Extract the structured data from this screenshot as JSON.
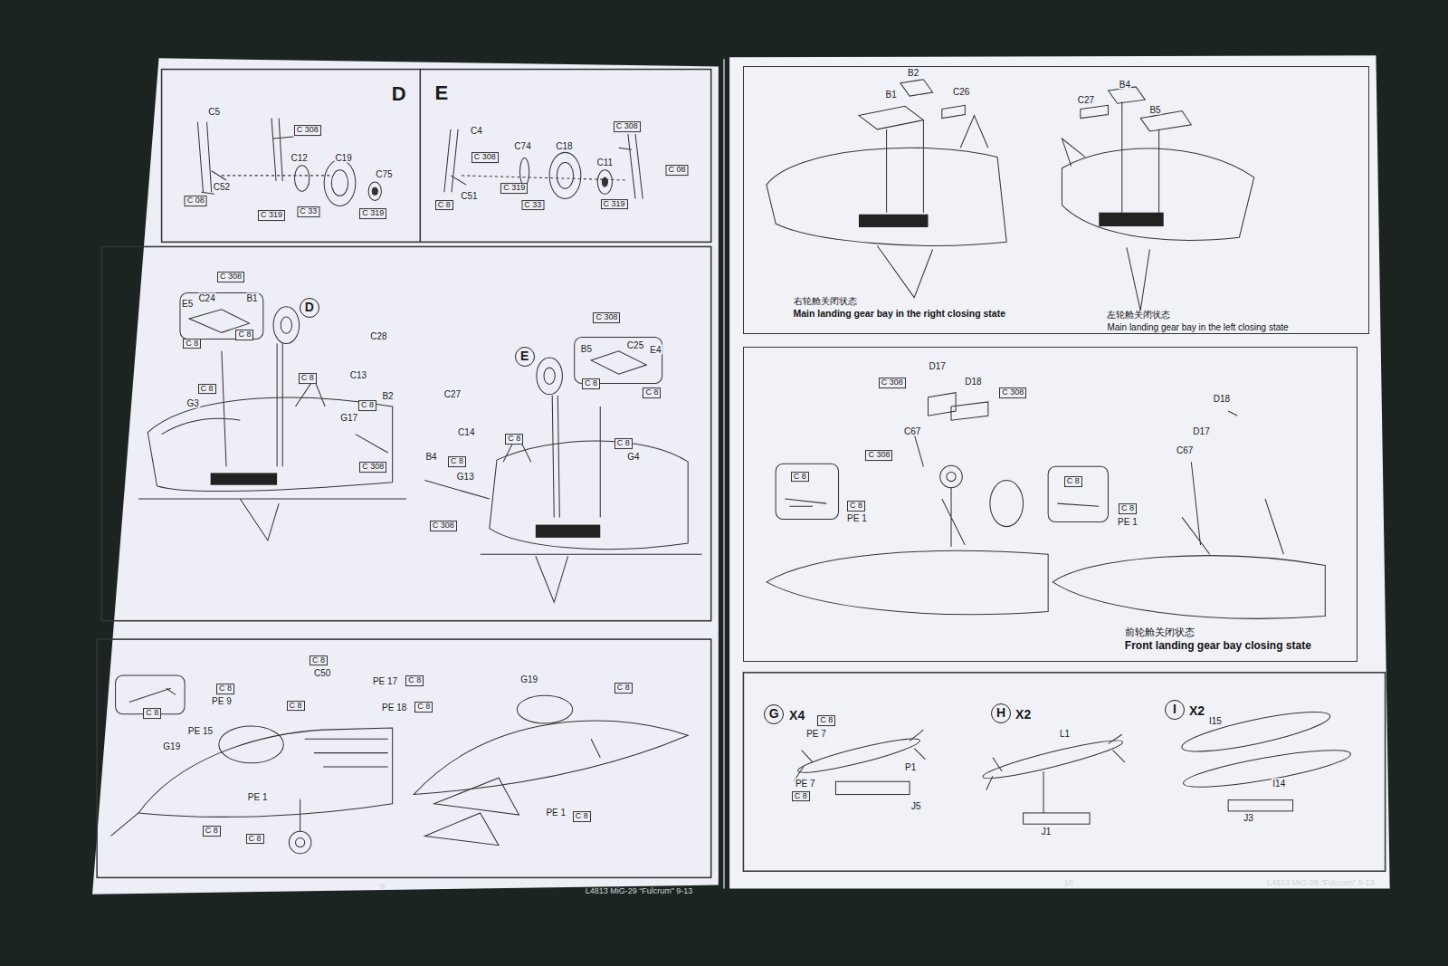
{
  "diagram": {
    "nodes": [
      {
        "text": [
          "右轮舱关闭状态",
          "Main landing gear bay in the right closing state",
          "左轮舱关闭状态",
          "Main landing gear bay in the left closing state"
        ]
      },
      {
        "text": [
          "前轮舱关闭状态",
          "Front landing gear bay closing state"
        ]
      }
    ],
    "labels": [
      "D",
      "C5",
      "C 308",
      "C12",
      "C19",
      "C75",
      "C52",
      "C 08",
      "C 319",
      "C 33",
      "C 319",
      "E",
      "C 308",
      "C4",
      "C74",
      "C18",
      "C 308",
      "C11",
      "C 08",
      "C51",
      "C 319",
      "C 8",
      "C 33",
      "C 319",
      "C 308",
      "E5",
      "C24",
      "B1",
      "D",
      "C 8",
      "C 8",
      "C28",
      "C13",
      "C 8",
      "C 8",
      "G3",
      "C 8",
      "B2",
      "G17",
      "C 308",
      "C 308",
      "B5",
      "C25",
      "E4",
      "E",
      "C 8",
      "C 8",
      "C27",
      "C14",
      "C 8",
      "C 8",
      "G4",
      "B4",
      "C 8",
      "G13",
      "C 308",
      "C 8",
      "C50",
      "PE 17",
      "C 8",
      "C 8",
      "PE 9",
      "C 8",
      "PE 18",
      "C 8",
      "C 8",
      "PE 15",
      "G19",
      "G19",
      "C 8",
      "PE 1",
      "C 8",
      "C 8",
      "PE 1",
      "C 8",
      "9",
      "L4813 MiG-29 “Fulcrum” 9-13",
      "B2",
      "B1",
      "C26",
      "C27",
      "B4",
      "B5",
      "C 308",
      "D17",
      "D18",
      "C 308",
      "D18",
      "C67",
      "D17",
      "C 308",
      "C67",
      "C 8",
      "C 8",
      "PE 1",
      "C 8",
      "C 8",
      "PE 1",
      "G",
      "X4",
      "C 8",
      "PE 7",
      "P1",
      "PE 7",
      "C 8",
      "J5",
      "H",
      "X2",
      "L1",
      "J1",
      "I",
      "X2",
      "I15",
      "I14",
      "J3",
      "10",
      "L4813 MiG-29 “Fulcrum” 9-13"
    ]
  }
}
